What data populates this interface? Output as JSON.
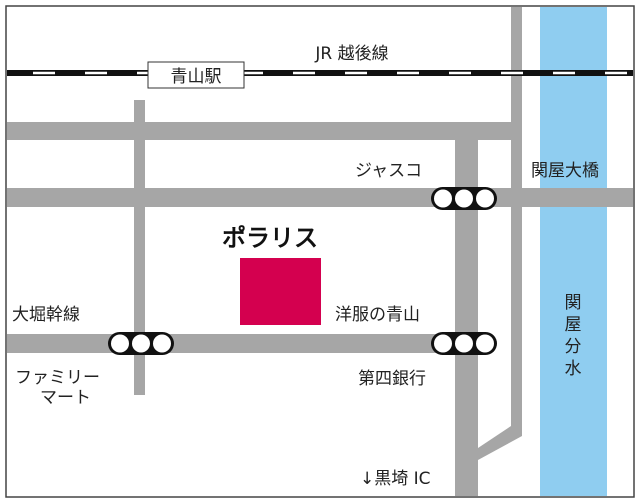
{
  "map": {
    "railway_name": "JR 越後線",
    "station": "青山駅",
    "destination": "ポラリス",
    "landmarks": {
      "jusco": "ジャスコ",
      "bridge": "関屋大橋",
      "trunk_road": "大堀幹線",
      "aoyama_store": "洋服の青山",
      "familymart_line1": "ファミリー",
      "familymart_line2": "マート",
      "bank": "第四銀行",
      "interchange": "↓黒埼 IC"
    },
    "river": [
      "関",
      "屋",
      "分",
      "水"
    ]
  },
  "colors": {
    "road": "#a6a6a6",
    "river": "#8fcdf0",
    "destination": "#d4004f"
  }
}
